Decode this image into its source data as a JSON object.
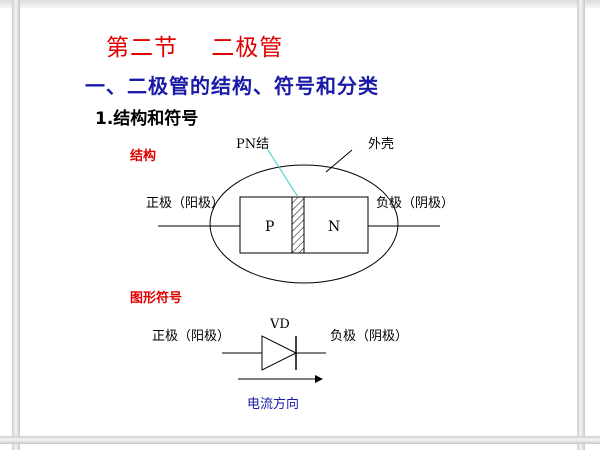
{
  "title": "第二节    二极管",
  "subtitle": "一、二极管的结构、符号和分类",
  "heading": "1.结构和符号",
  "structure": {
    "section_label": "结构",
    "pn_junction_label": "PN结",
    "shell_label": "外壳",
    "anode_label": "正极（阳极）",
    "cathode_label": "负极（阴极）",
    "p_label": "P",
    "n_label": "N"
  },
  "symbol": {
    "section_label": "图形符号",
    "device_label": "VD",
    "anode_label": "正极（阳极）",
    "cathode_label": "负极（阴极）",
    "current_label": "电流方向"
  },
  "colors": {
    "title": "#e00000",
    "subtitle": "#1a1aa6",
    "pn_pointer": "#33cccc"
  }
}
